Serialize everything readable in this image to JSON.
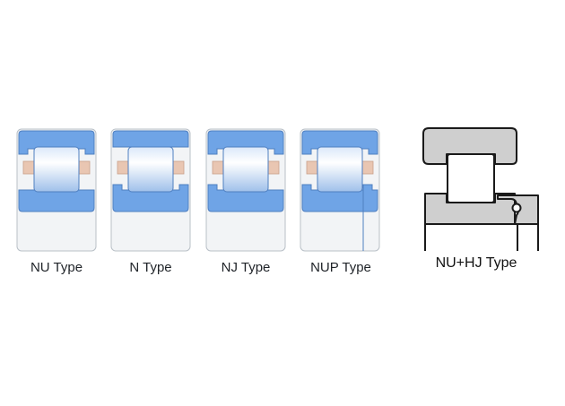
{
  "labels": {
    "nu": "NU Type",
    "n": "N Type",
    "nj": "NJ Type",
    "nup": "NUP Type",
    "nuhj": "NU+HJ Type"
  },
  "colors": {
    "ring_blue": "#6fa4e6",
    "ring_blue_edge": "#4f7fc0",
    "housing_fill": "#f2f4f6",
    "housing_edge": "#b9c0c7",
    "cage_peach": "#e9c6b2",
    "roller_light": "#f4f8ff",
    "roller_mid": "#b9d2f2",
    "hj_gray": "#cfcfcf",
    "hj_edge": "#1a1a1a"
  }
}
